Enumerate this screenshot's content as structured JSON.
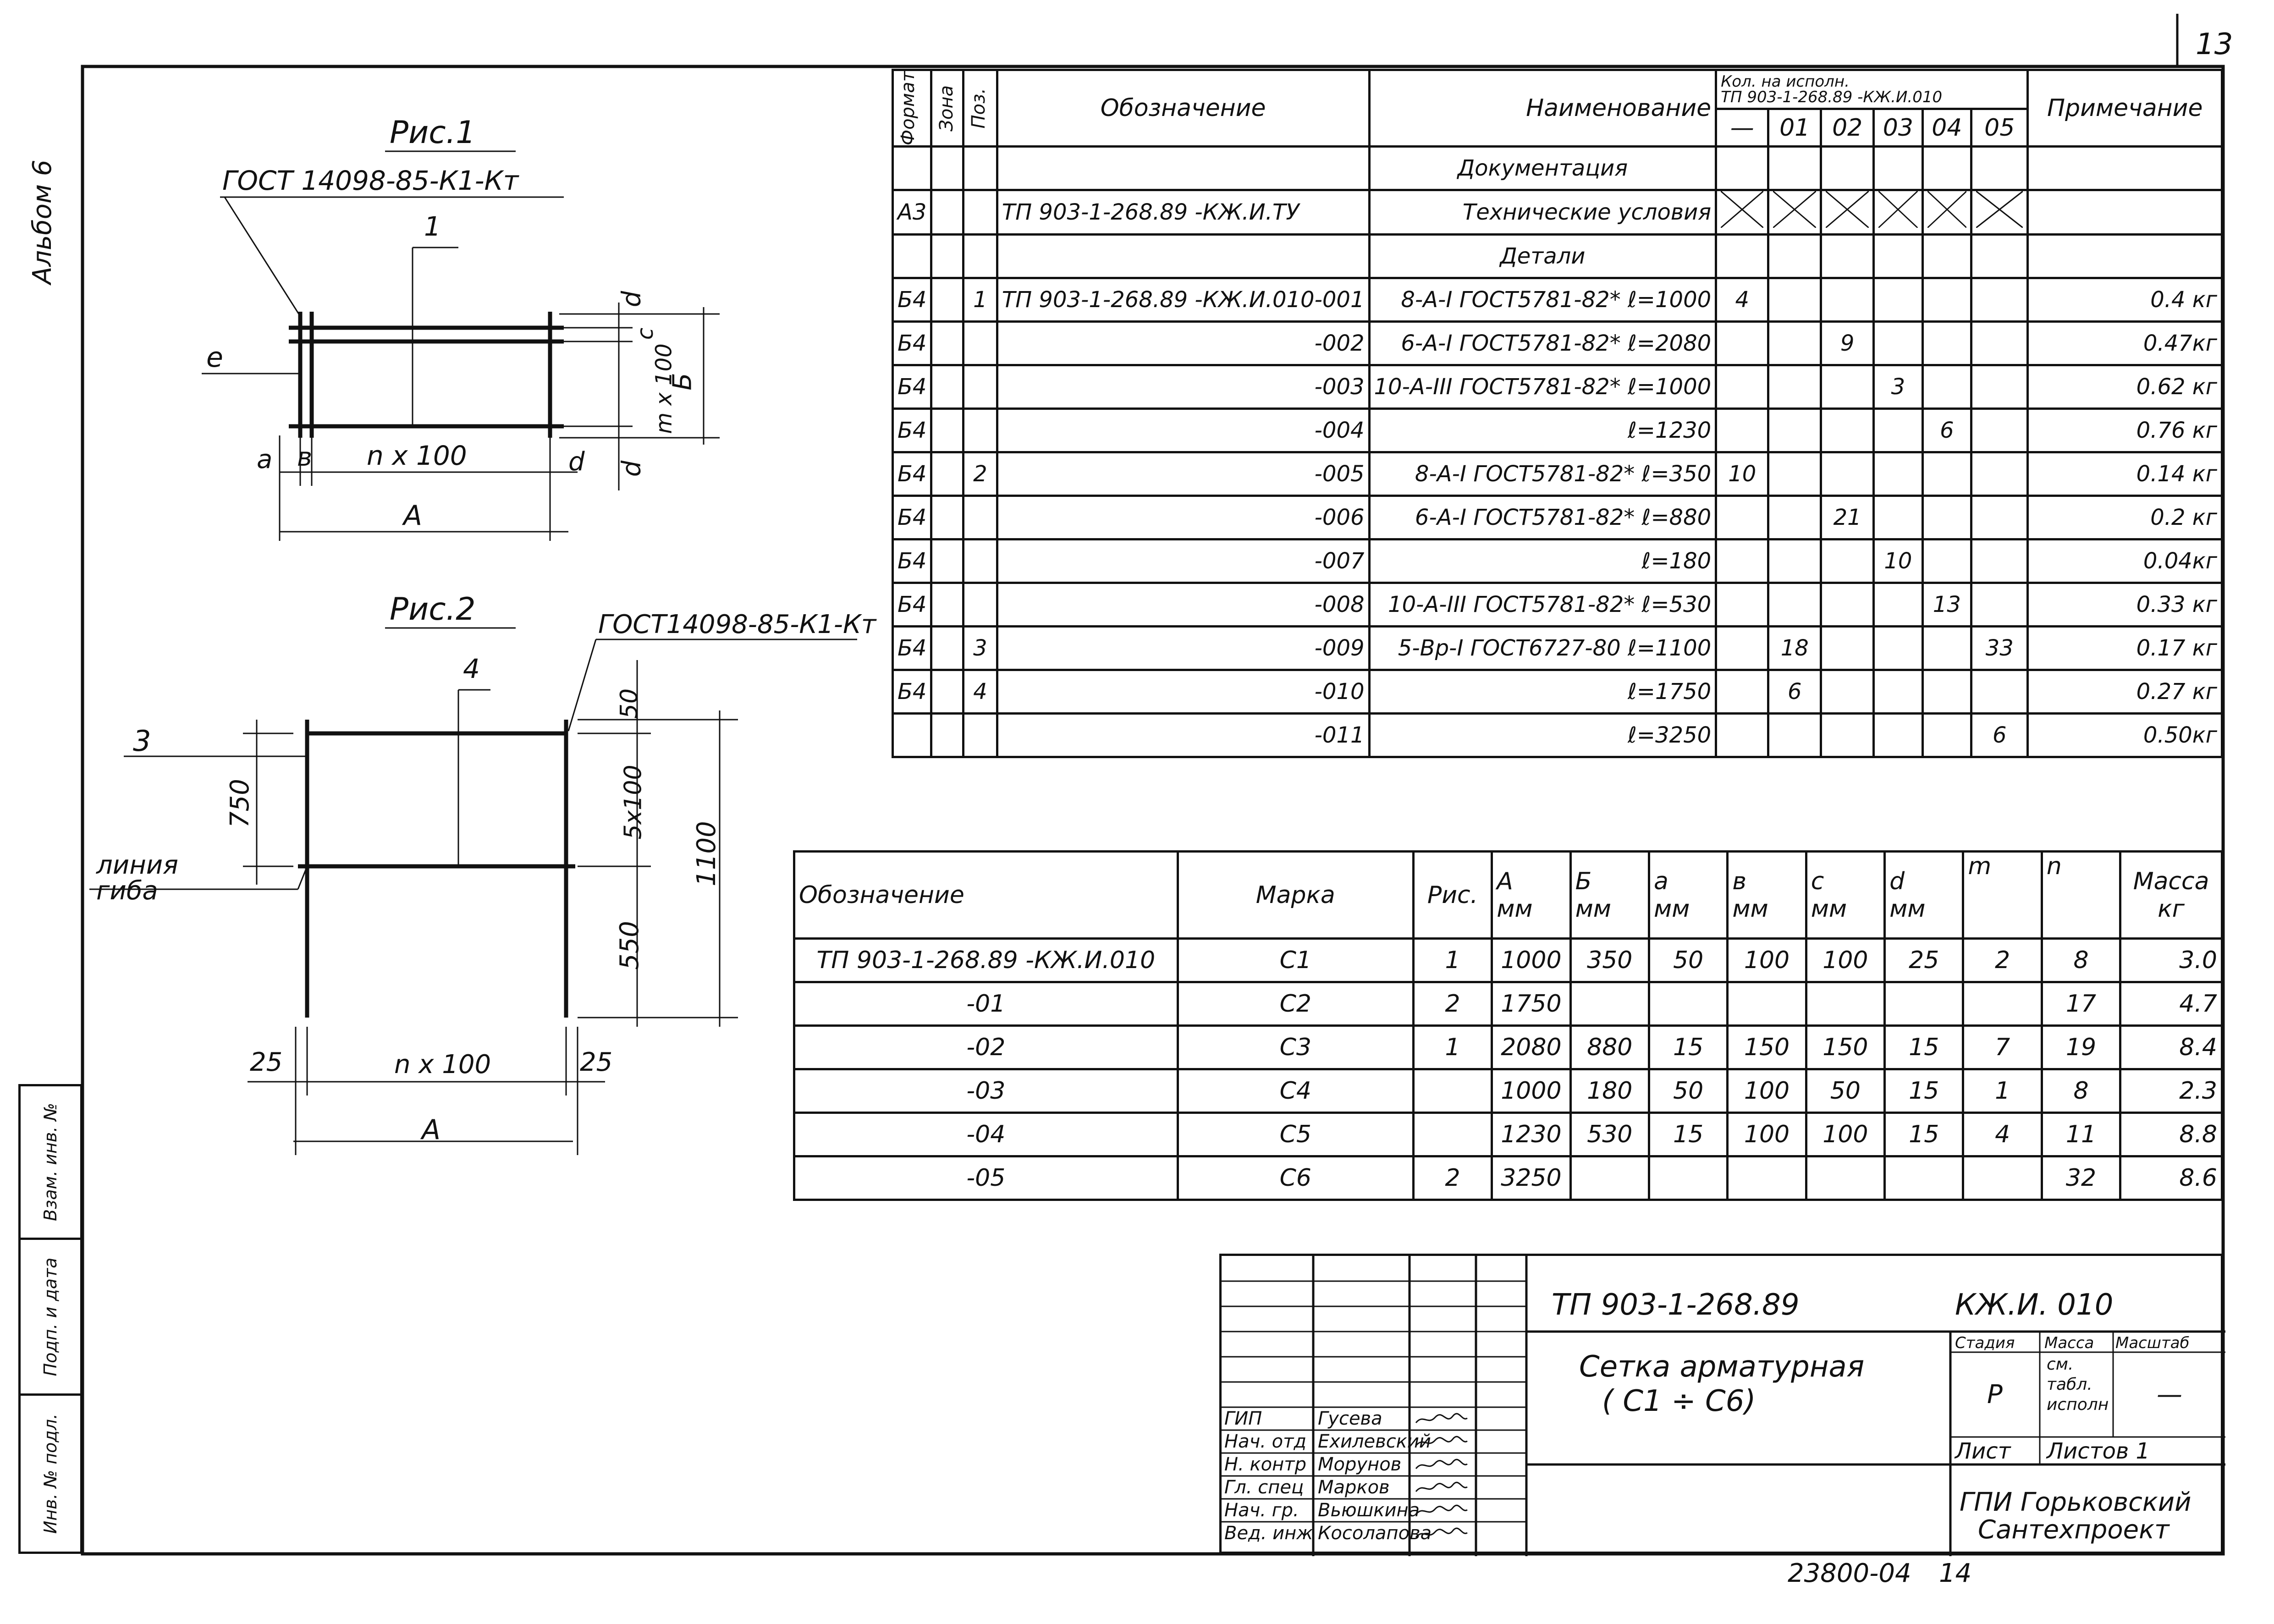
{
  "sheet_number": "13",
  "album_label": "Альбом 6",
  "fig1": {
    "title": "Рис.1",
    "gost": "ГОСТ 14098-85-К1-Кт",
    "pos": "1",
    "dims": {
      "a": "а",
      "b": "в",
      "d": "d",
      "d2": "d",
      "c": "с",
      "B": "Б",
      "A": "А",
      "n100": "n x 100",
      "m100": "m x 100",
      "e": "е"
    }
  },
  "fig2": {
    "title": "Рис.2",
    "gost": "ГОСТ14098-85-К1-Кт",
    "pos3": "3",
    "pos4": "4",
    "bend": [
      "линия",
      "гиба"
    ],
    "dims": {
      "d50": "50",
      "d5x100": "5х100",
      "d1100": "1100",
      "d750": "750",
      "d550": "550",
      "d25l": "25",
      "d25r": "25",
      "n100": "n х 100",
      "A": "А"
    }
  },
  "spec": {
    "headers": {
      "format": "Формат",
      "zone": "Зона",
      "pos": "Поз.",
      "designation": "Обозначение",
      "name": "Наименование",
      "qty_title": "Кол. на исполн.",
      "qty_sub": "ТП 903-1-268.89 -КЖ.И.010",
      "note": "Примечание"
    },
    "variants": [
      "—",
      "01",
      "02",
      "03",
      "04",
      "05"
    ],
    "rows": [
      {
        "format": "",
        "zone": "",
        "pos": "",
        "designation": "",
        "name": "Документация",
        "q": [
          "",
          "",
          "",
          "",
          "",
          ""
        ],
        "note": ""
      },
      {
        "format": "А3",
        "zone": "",
        "pos": "",
        "designation": "ТП 903-1-268.89 -КЖ.И.ТУ",
        "name": "Технические условия",
        "q": [
          "",
          "",
          "",
          "",
          "",
          ""
        ],
        "note": "",
        "crossed": true
      },
      {
        "format": "",
        "zone": "",
        "pos": "",
        "designation": "",
        "name": "Детали",
        "q": [
          "",
          "",
          "",
          "",
          "",
          ""
        ],
        "note": ""
      },
      {
        "format": "Б4",
        "zone": "",
        "pos": "1",
        "designation": "ТП 903-1-268.89 -КЖ.И.010-001",
        "name": "8-А-I ГОСТ5781-82* ℓ=1000",
        "q": [
          "4",
          "",
          "",
          "",
          "",
          ""
        ],
        "note": "0.4 кг"
      },
      {
        "format": "Б4",
        "zone": "",
        "pos": "",
        "designation": "-002",
        "name": "6-А-I ГОСТ5781-82* ℓ=2080",
        "q": [
          "",
          "",
          "9",
          "",
          "",
          ""
        ],
        "note": "0.47кг"
      },
      {
        "format": "Б4",
        "zone": "",
        "pos": "",
        "designation": "-003",
        "name": "10-А-III ГОСТ5781-82* ℓ=1000",
        "q": [
          "",
          "",
          "",
          "3",
          "",
          ""
        ],
        "note": "0.62 кг"
      },
      {
        "format": "Б4",
        "zone": "",
        "pos": "",
        "designation": "-004",
        "name": "ℓ=1230",
        "q": [
          "",
          "",
          "",
          "",
          "6",
          ""
        ],
        "note": "0.76 кг"
      },
      {
        "format": "Б4",
        "zone": "",
        "pos": "2",
        "designation": "-005",
        "name": "8-А-I ГОСТ5781-82* ℓ=350",
        "q": [
          "10",
          "",
          "",
          "",
          "",
          ""
        ],
        "note": "0.14 кг"
      },
      {
        "format": "Б4",
        "zone": "",
        "pos": "",
        "designation": "-006",
        "name": "6-А-I ГОСТ5781-82* ℓ=880",
        "q": [
          "",
          "",
          "21",
          "",
          "",
          ""
        ],
        "note": "0.2 кг"
      },
      {
        "format": "Б4",
        "zone": "",
        "pos": "",
        "designation": "-007",
        "name": "ℓ=180",
        "q": [
          "",
          "",
          "",
          "10",
          "",
          ""
        ],
        "note": "0.04кг"
      },
      {
        "format": "Б4",
        "zone": "",
        "pos": "",
        "designation": "-008",
        "name": "10-А-III ГОСТ5781-82* ℓ=530",
        "q": [
          "",
          "",
          "",
          "",
          "13",
          ""
        ],
        "note": "0.33 кг"
      },
      {
        "format": "Б4",
        "zone": "",
        "pos": "3",
        "designation": "-009",
        "name": "5-Вр-I ГОСТ6727-80 ℓ=1100",
        "q": [
          "",
          "18",
          "",
          "",
          "",
          "33"
        ],
        "note": "0.17 кг"
      },
      {
        "format": "Б4",
        "zone": "",
        "pos": "4",
        "designation": "-010",
        "name": "ℓ=1750",
        "q": [
          "",
          "6",
          "",
          "",
          "",
          ""
        ],
        "note": "0.27 кг"
      },
      {
        "format": "",
        "zone": "",
        "pos": "",
        "designation": "-011",
        "name": "ℓ=3250",
        "q": [
          "",
          "",
          "",
          "",
          "",
          "6"
        ],
        "note": "0.50кг"
      }
    ]
  },
  "marks": {
    "headers": {
      "designation": "Обозначение",
      "mark": "Марка",
      "fig": "Рис.",
      "A": "А",
      "B": "Б",
      "a": "а",
      "b": "в",
      "c": "с",
      "d": "d",
      "m": "m",
      "n": "n",
      "mass": "Масса",
      "unit": "мм",
      "mass_unit": "кг"
    },
    "rows": [
      {
        "designation": "ТП 903-1-268.89 -КЖ.И.010",
        "mark": "С1",
        "fig": "1",
        "A": "1000",
        "B": "350",
        "a": "50",
        "b": "100",
        "c": "100",
        "d": "25",
        "m": "2",
        "n": "8",
        "mass": "3.0"
      },
      {
        "designation": "-01",
        "mark": "С2",
        "fig": "2",
        "A": "1750",
        "B": "",
        "a": "",
        "b": "",
        "c": "",
        "d": "",
        "m": "",
        "n": "17",
        "mass": "4.7"
      },
      {
        "designation": "-02",
        "mark": "С3",
        "fig": "1",
        "A": "2080",
        "B": "880",
        "a": "15",
        "b": "150",
        "c": "150",
        "d": "15",
        "m": "7",
        "n": "19",
        "mass": "8.4"
      },
      {
        "designation": "-03",
        "mark": "С4",
        "fig": "",
        "A": "1000",
        "B": "180",
        "a": "50",
        "b": "100",
        "c": "50",
        "d": "15",
        "m": "1",
        "n": "8",
        "mass": "2.3"
      },
      {
        "designation": "-04",
        "mark": "С5",
        "fig": "",
        "A": "1230",
        "B": "530",
        "a": "15",
        "b": "100",
        "c": "100",
        "d": "15",
        "m": "4",
        "n": "11",
        "mass": "8.8"
      },
      {
        "designation": "-05",
        "mark": "С6",
        "fig": "2",
        "A": "3250",
        "B": "",
        "a": "",
        "b": "",
        "c": "",
        "d": "",
        "m": "",
        "n": "32",
        "mass": "8.6"
      }
    ]
  },
  "titleblock": {
    "code": "ТП 903-1-268.89",
    "section": "КЖ.И. 010",
    "name_line1": "Сетка арматурная",
    "name_line2": "( С1 ÷ С6)",
    "stage_label": "Стадия",
    "mass_label": "Масса",
    "scale_label": "Масштаб",
    "stage": "Р",
    "mass_value": "см. табл. исполн",
    "scale": "—",
    "sheet_label": "Лист",
    "sheets_label": "Листов 1",
    "org_line1": "ГПИ Горьковский",
    "org_line2": "Сантехпроект",
    "people": [
      {
        "role": "ГИП",
        "name": "Гусева"
      },
      {
        "role": "Нач. отд",
        "name": "Ехилевский"
      },
      {
        "role": "Н. контр",
        "name": "Морунов"
      },
      {
        "role": "Гл. спец",
        "name": "Марков"
      },
      {
        "role": "Нач. гр.",
        "name": "Вьюшкина"
      },
      {
        "role": "Вед. инж",
        "name": "Косолапова"
      }
    ]
  },
  "side_stamp": [
    "Взам. инв. №",
    "Подп. и дата",
    "Инв. № подл."
  ],
  "footer": {
    "code": "23800-04",
    "num": "14"
  }
}
